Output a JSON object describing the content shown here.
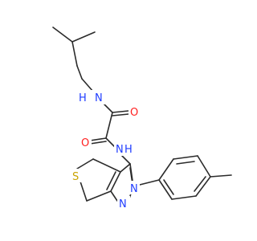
{
  "colors": {
    "background": "#ffffff",
    "bond": "#2b2b2b",
    "nitrogen": "#1f3cff",
    "oxygen": "#ff1f1f",
    "sulfur": "#c9a400"
  },
  "atoms": {
    "nh_upper": "N",
    "h_upper": "H",
    "o_upper": "O",
    "o_lower": "O",
    "nh_lower": "N",
    "h_lower": "H",
    "sulfur": "S",
    "n_pyrazole_2": "N",
    "n_pyrazole_1": "N"
  }
}
